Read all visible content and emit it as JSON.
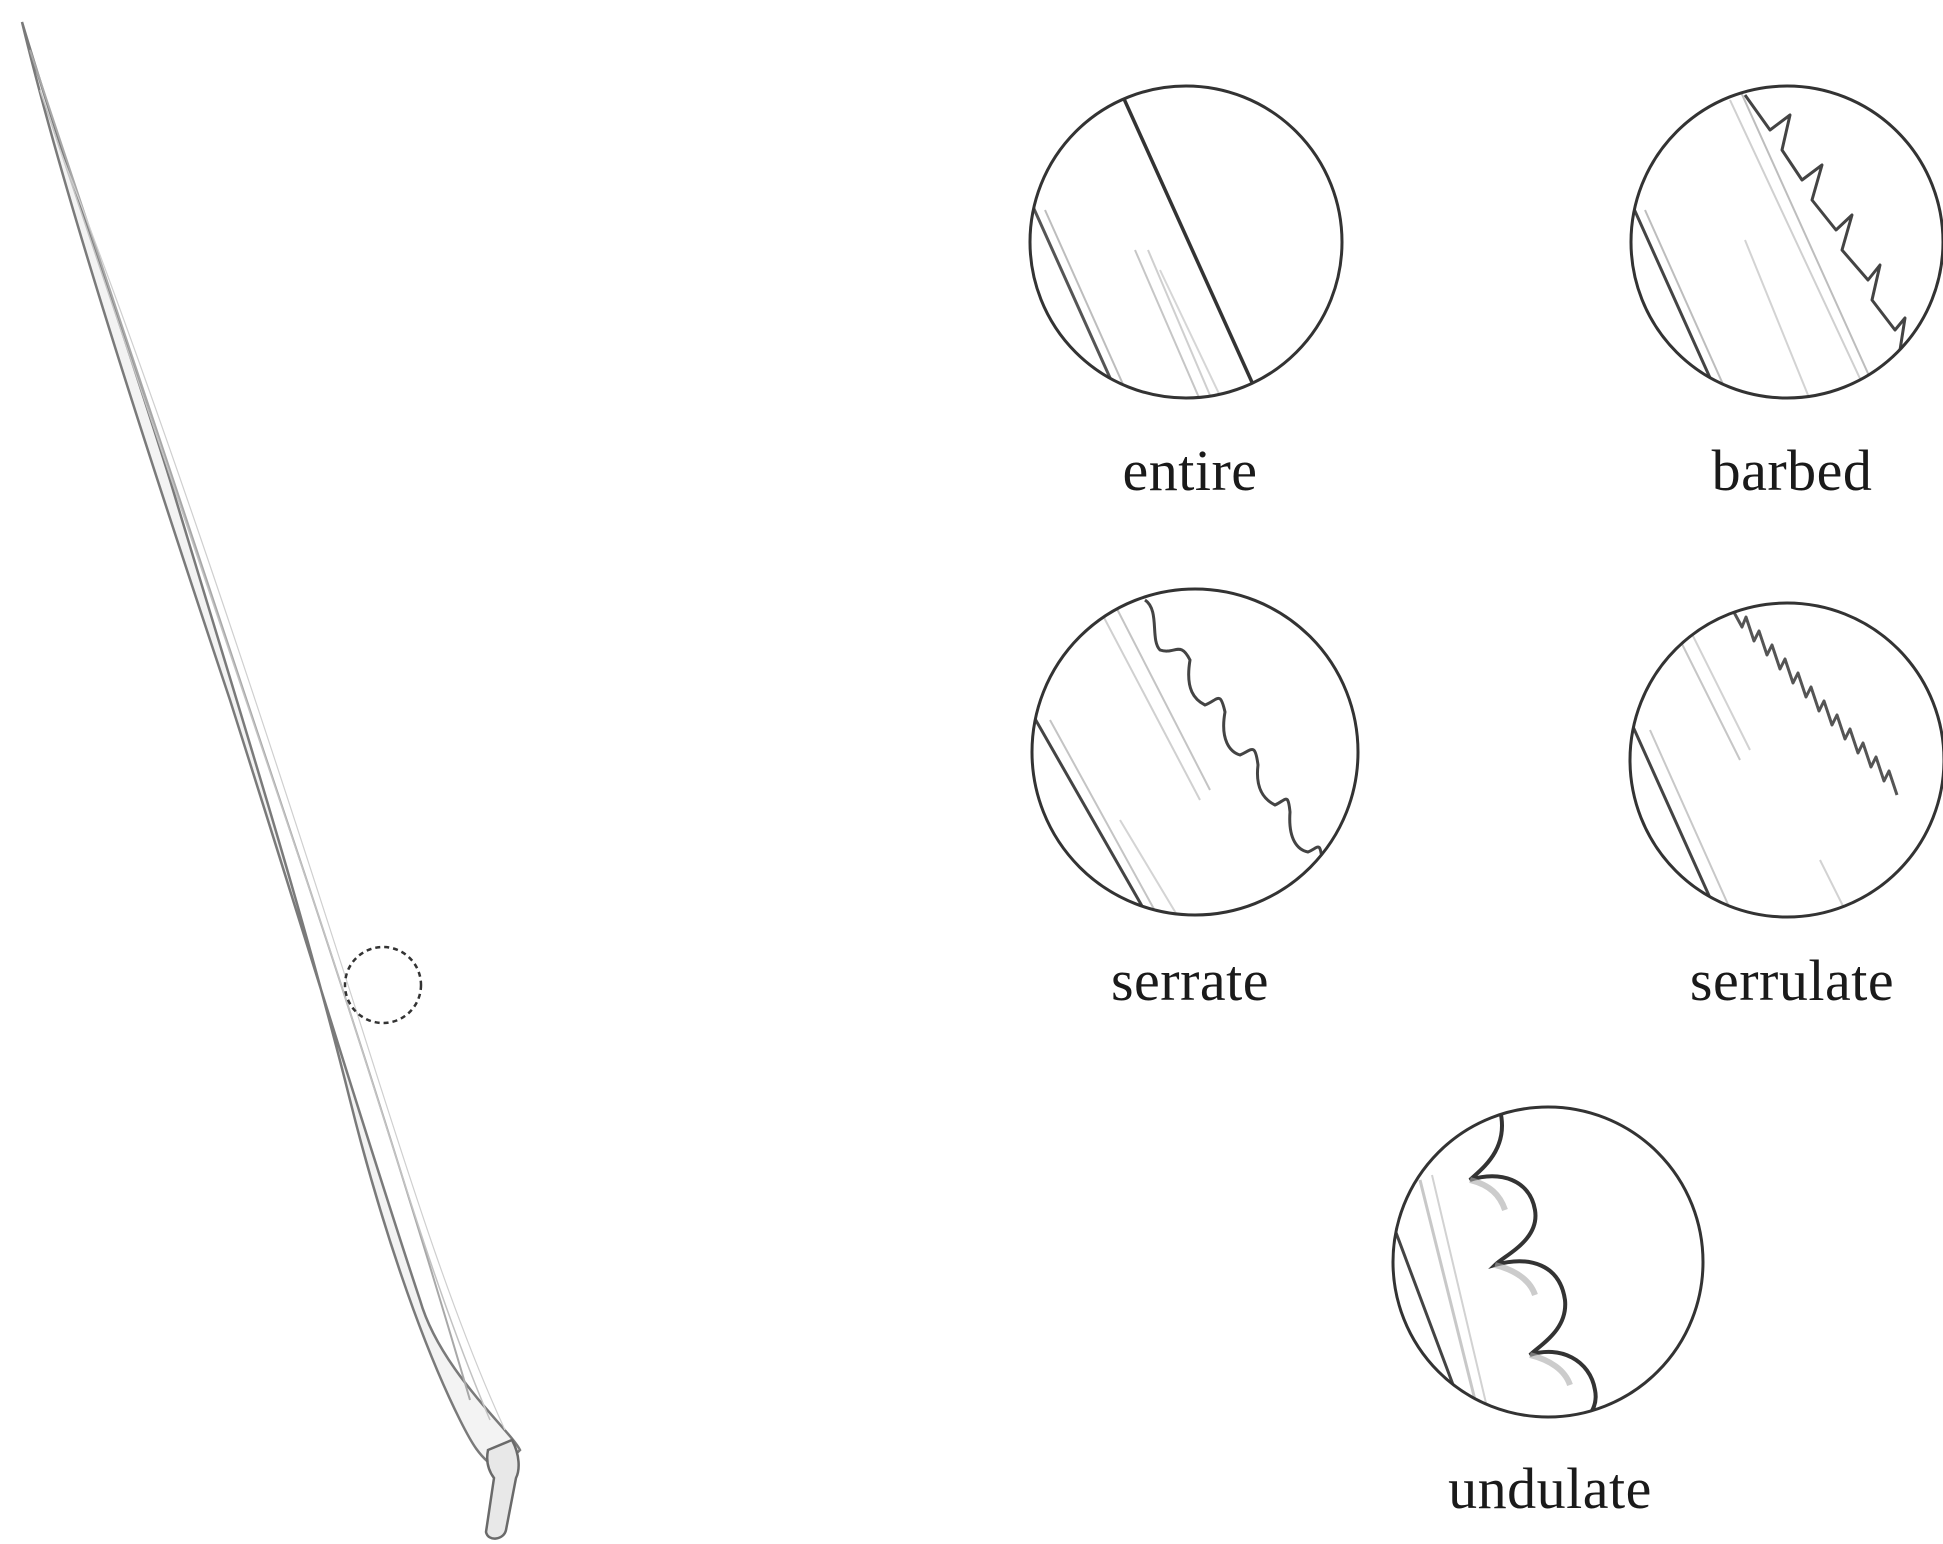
{
  "figure": {
    "subject": "leaf-blade",
    "margin_types": [
      {
        "key": "entire",
        "label": "entire"
      },
      {
        "key": "barbed",
        "label": "barbed"
      },
      {
        "key": "serrate",
        "label": "serrate"
      },
      {
        "key": "serrulate",
        "label": "serrulate"
      },
      {
        "key": "undulate",
        "label": "undulate"
      }
    ]
  },
  "colors": {
    "ink": "#333333",
    "faint_ink": "#9a9a9a",
    "shading": "#c8c8c8",
    "background": "#ffffff"
  }
}
